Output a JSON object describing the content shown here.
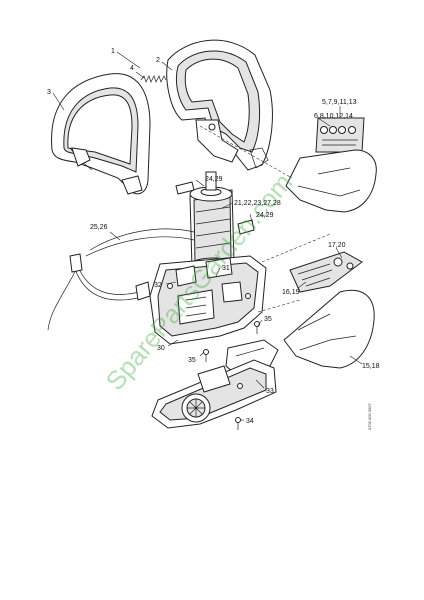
{
  "labels": {
    "l1": "1",
    "l2": "2",
    "l3": "3",
    "l4": "4",
    "l5": "5,7,9,11,13",
    "l6": "6,8,10,12,14",
    "l24a": "24,29",
    "l21": "21,22,23,27,28",
    "l24b": "24,29",
    "l25": "25,26",
    "l17": "17,20",
    "l31": "31",
    "l32": "32",
    "l16": "16,19",
    "l35a": "35",
    "l30": "30",
    "l35b": "35",
    "l15": "15,18",
    "l33": "33",
    "l34": "34"
  },
  "watermark": "SparePartsGarden.com",
  "drawing_code": "0703 000 0007"
}
